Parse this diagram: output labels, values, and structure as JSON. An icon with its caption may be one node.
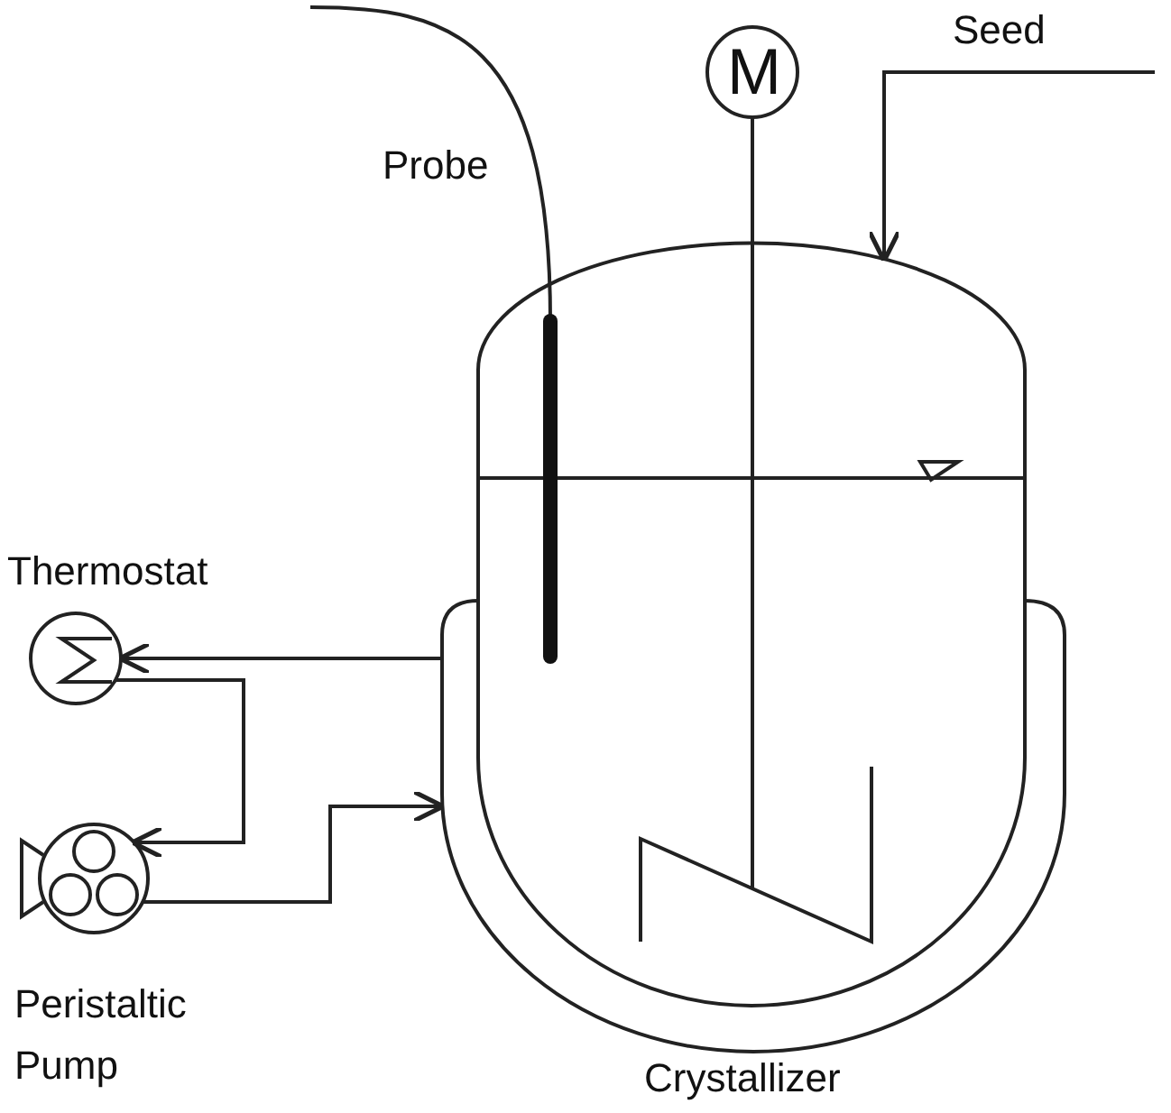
{
  "diagram": {
    "nodes": [
      {
        "text": [
          "Thermostat"
        ]
      },
      {
        "text": [
          "Peristaltic Pump"
        ]
      },
      {
        "text": [
          "Crystallizer"
        ]
      },
      {
        "text": [
          "M"
        ]
      },
      {
        "text": [
          "Probe"
        ]
      }
    ],
    "edges": [
      {
        "from": 2,
        "to": 0,
        "arrow": "to"
      },
      {
        "from": 0,
        "to": 1,
        "arrow": "to"
      },
      {
        "from": 1,
        "to": 2,
        "arrow": "to"
      },
      {
        "from": null,
        "to": 2,
        "arrow": "to",
        "label": "Seed"
      },
      {
        "from": 3,
        "to": 2,
        "arrow": "none"
      }
    ]
  }
}
